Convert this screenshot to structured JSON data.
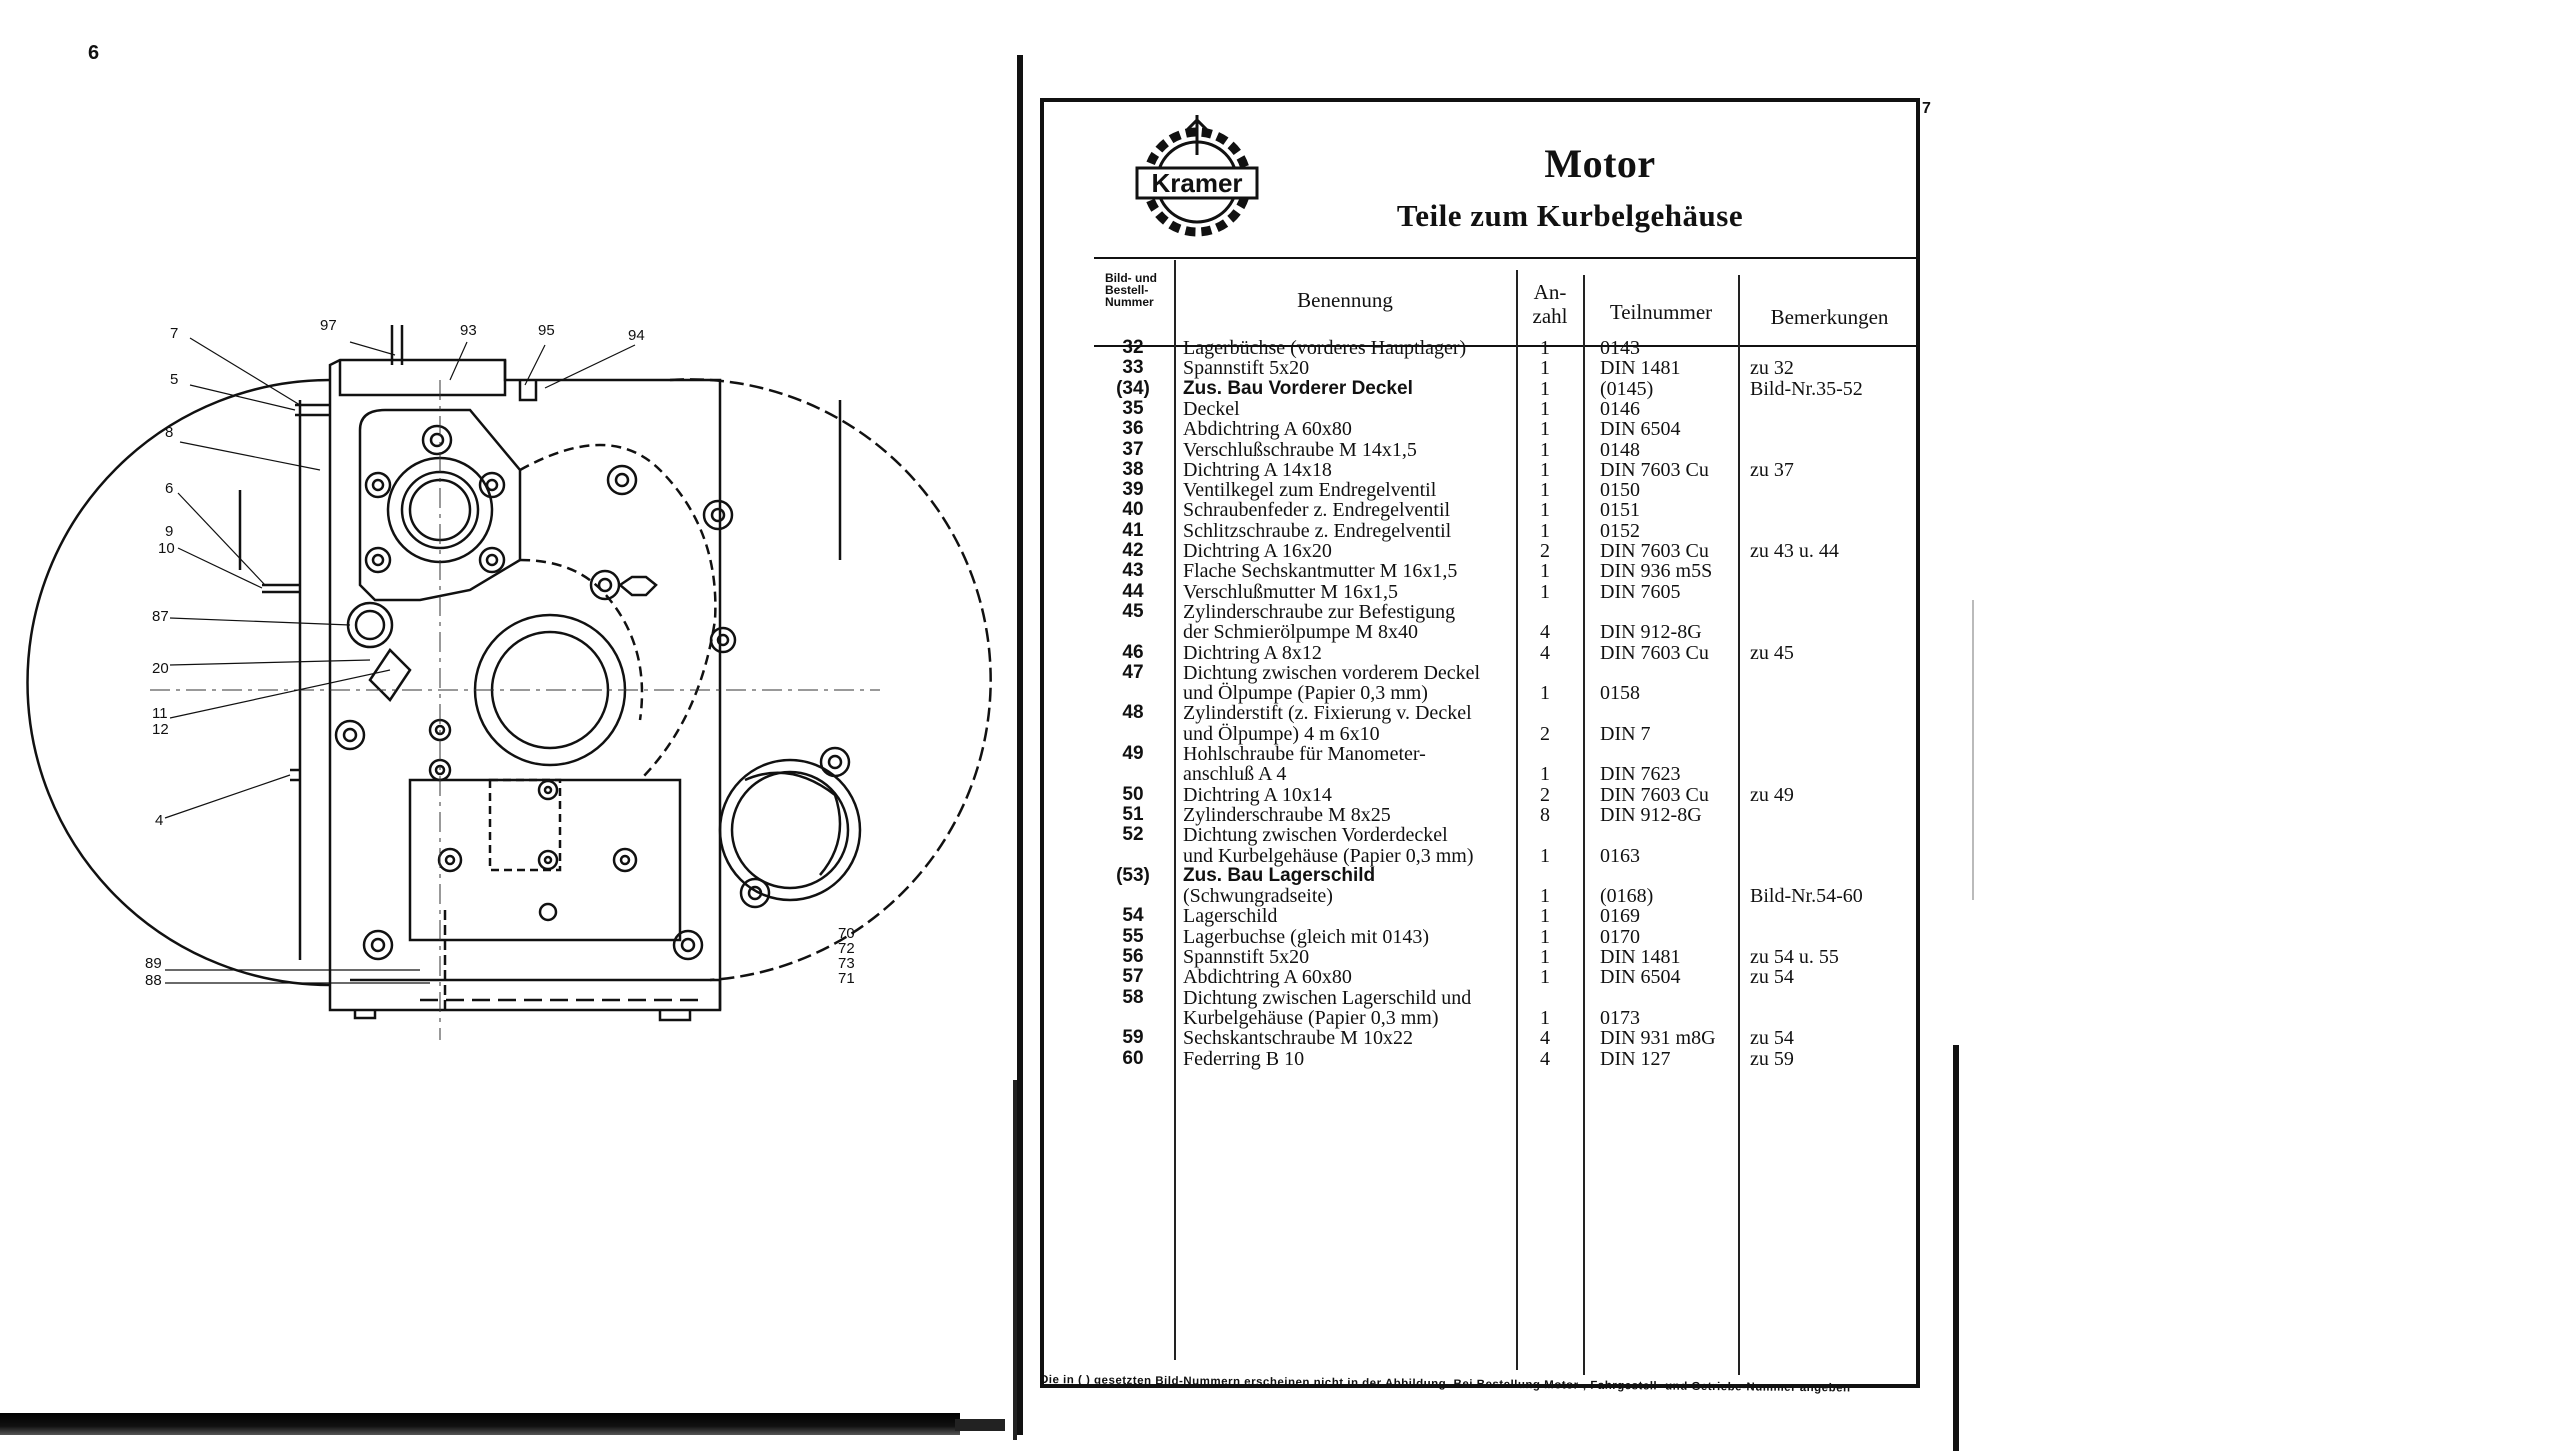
{
  "pages": {
    "left_number": "6",
    "right_number": "7"
  },
  "logo": {
    "text": "Kramer"
  },
  "header": {
    "title": "Motor",
    "subtitle": "Teile zum Kurbelgehäuse"
  },
  "table_header": {
    "nr": [
      "Bild- und",
      "Bestell-",
      "Nummer"
    ],
    "name": "Benennung",
    "anzahl": [
      "An-",
      "zahl"
    ],
    "teilnummer": "Teilnummer",
    "bemerkungen": "Bemerkungen"
  },
  "rows": [
    {
      "nr": "32",
      "name": "Lagerbüchse (vorderes Hauptlager)",
      "anz": "1",
      "teil": "0143",
      "bem": ""
    },
    {
      "nr": "33",
      "name": "Spannstift 5x20",
      "anz": "1",
      "teil": "DIN 1481",
      "bem": "zu 32"
    },
    {
      "nr": "(34)",
      "name": "Zus. Bau Vorderer Deckel",
      "anz": "1",
      "teil": "(0145)",
      "bem": "Bild-Nr.35-52",
      "bold": true
    },
    {
      "nr": "35",
      "name": "Deckel",
      "anz": "1",
      "teil": "0146",
      "bem": ""
    },
    {
      "nr": "36",
      "name": "Abdichtring A 60x80",
      "anz": "1",
      "teil": "DIN 6504",
      "bem": ""
    },
    {
      "nr": "37",
      "name": "Verschlußschraube M 14x1,5",
      "anz": "1",
      "teil": "0148",
      "bem": ""
    },
    {
      "nr": "38",
      "name": "Dichtring A 14x18",
      "anz": "1",
      "teil": "DIN 7603 Cu",
      "bem": "zu 37"
    },
    {
      "nr": "39",
      "name": "Ventilkegel zum Endregelventil",
      "anz": "1",
      "teil": "0150",
      "bem": ""
    },
    {
      "nr": "40",
      "name": "Schraubenfeder z. Endregelventil",
      "anz": "1",
      "teil": "0151",
      "bem": ""
    },
    {
      "nr": "41",
      "name": "Schlitzschraube z. Endregelventil",
      "anz": "1",
      "teil": "0152",
      "bem": ""
    },
    {
      "nr": "42",
      "name": "Dichtring A 16x20",
      "anz": "2",
      "teil": "DIN 7603 Cu",
      "bem": "zu 43 u. 44"
    },
    {
      "nr": "43",
      "name": "Flache Sechskantmutter M 16x1,5",
      "anz": "1",
      "teil": "DIN 936 m5S",
      "bem": ""
    },
    {
      "nr": "44",
      "name": "Verschlußmutter M 16x1,5",
      "anz": "1",
      "teil": "DIN 7605",
      "bem": ""
    },
    {
      "nr": "45",
      "name": "Zylinderschraube zur Befestigung",
      "anz": "",
      "teil": "",
      "bem": ""
    },
    {
      "nr": "",
      "name": "der Schmierölpumpe M 8x40",
      "anz": "4",
      "teil": "DIN 912-8G",
      "bem": ""
    },
    {
      "nr": "46",
      "name": "Dichtring A 8x12",
      "anz": "4",
      "teil": "DIN 7603 Cu",
      "bem": "zu 45"
    },
    {
      "nr": "47",
      "name": "Dichtung zwischen vorderem Deckel",
      "anz": "",
      "teil": "",
      "bem": ""
    },
    {
      "nr": "",
      "name": "und Ölpumpe (Papier 0,3 mm)",
      "anz": "1",
      "teil": "0158",
      "bem": ""
    },
    {
      "nr": "48",
      "name": "Zylinderstift (z. Fixierung v. Deckel",
      "anz": "",
      "teil": "",
      "bem": ""
    },
    {
      "nr": "",
      "name": "und Ölpumpe) 4 m 6x10",
      "anz": "2",
      "teil": "DIN 7",
      "bem": ""
    },
    {
      "nr": "49",
      "name": "Hohlschraube für Manometer-",
      "anz": "",
      "teil": "",
      "bem": ""
    },
    {
      "nr": "",
      "name": "anschluß A 4",
      "anz": "1",
      "teil": "DIN 7623",
      "bem": ""
    },
    {
      "nr": "50",
      "name": "Dichtring A 10x14",
      "anz": "2",
      "teil": "DIN 7603 Cu",
      "bem": "zu 49"
    },
    {
      "nr": "51",
      "name": "Zylinderschraube M 8x25",
      "anz": "8",
      "teil": "DIN 912-8G",
      "bem": ""
    },
    {
      "nr": "52",
      "name": "Dichtung zwischen Vorderdeckel",
      "anz": "",
      "teil": "",
      "bem": ""
    },
    {
      "nr": "",
      "name": "und Kurbelgehäuse (Papier 0,3 mm)",
      "anz": "1",
      "teil": "0163",
      "bem": ""
    },
    {
      "nr": "(53)",
      "name": "Zus. Bau Lagerschild",
      "anz": "",
      "teil": "",
      "bem": "",
      "bold": true
    },
    {
      "nr": "",
      "name": "(Schwungradseite)",
      "anz": "1",
      "teil": "(0168)",
      "bem": "Bild-Nr.54-60"
    },
    {
      "nr": "54",
      "name": "Lagerschild",
      "anz": "1",
      "teil": "0169",
      "bem": ""
    },
    {
      "nr": "55",
      "name": "Lagerbuchse (gleich mit 0143)",
      "anz": "1",
      "teil": "0170",
      "bem": ""
    },
    {
      "nr": "56",
      "name": "Spannstift 5x20",
      "anz": "1",
      "teil": "DIN 1481",
      "bem": "zu 54 u. 55"
    },
    {
      "nr": "57",
      "name": "Abdichtring A 60x80",
      "anz": "1",
      "teil": "DIN 6504",
      "bem": "zu 54"
    },
    {
      "nr": "58",
      "name": "Dichtung zwischen Lagerschild und",
      "anz": "",
      "teil": "",
      "bem": ""
    },
    {
      "nr": "",
      "name": "Kurbelgehäuse (Papier 0,3 mm)",
      "anz": "1",
      "teil": "0173",
      "bem": ""
    },
    {
      "nr": "59",
      "name": "Sechskantschraube M 10x22",
      "anz": "4",
      "teil": "DIN 931 m8G",
      "bem": "zu 54"
    },
    {
      "nr": "60",
      "name": "Federring B 10",
      "anz": "4",
      "teil": "DIN 127",
      "bem": "zu 59"
    }
  ],
  "footnote": "Die in ( ) gesetzten Bild-Nummern erscheinen nicht in der Abbildung. Bei Bestellung Motor-, Fahrgestell- und Getriebe-Nummer angeben",
  "callouts": {
    "c7": "7",
    "c5": "5",
    "c8": "8",
    "c6": "6",
    "c9": "9",
    "c10": "10",
    "c87": "87",
    "c20": "20",
    "c11": "11",
    "c12": "12",
    "c4": "4",
    "c89": "89",
    "c88": "88",
    "c97": "97",
    "c93": "93",
    "c95": "95",
    "c94": "94",
    "c70": "70",
    "c72": "72",
    "c73": "73",
    "c71": "71"
  }
}
